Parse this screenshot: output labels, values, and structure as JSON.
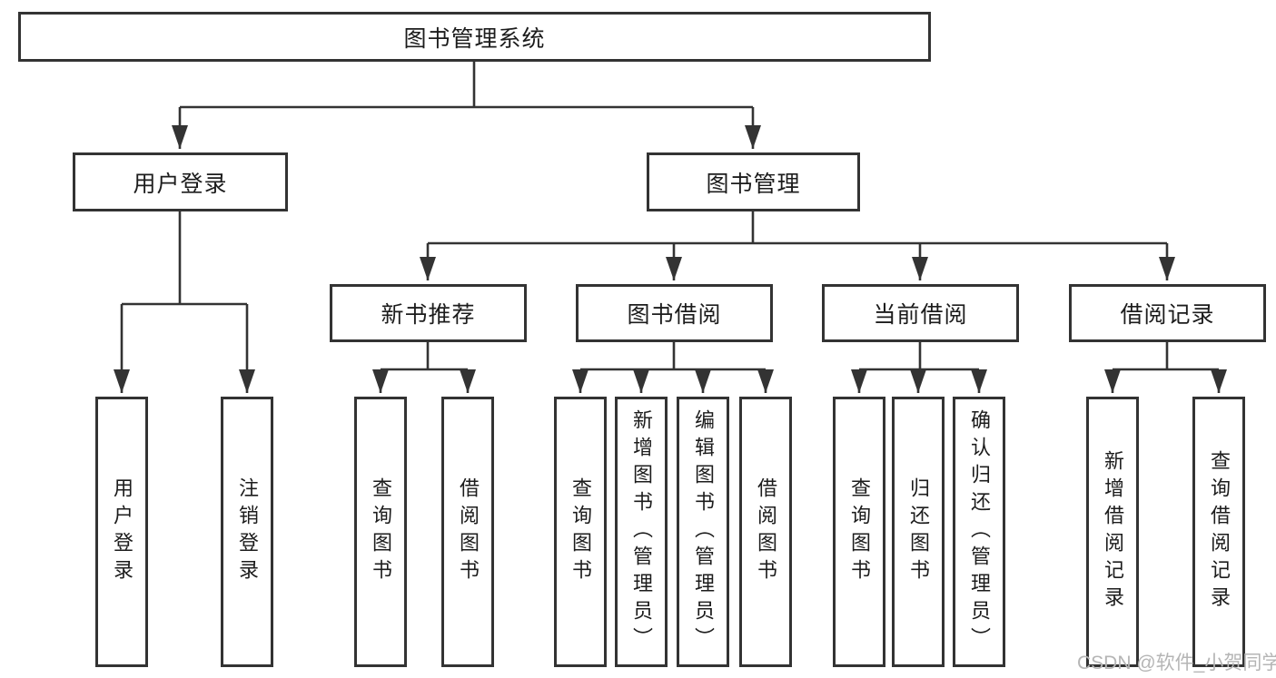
{
  "colors": {
    "line": "#333333",
    "box_border": "#333333",
    "text": "#1c1c1c",
    "watermark": "#b5b5b5",
    "background": "#ffffff"
  },
  "tree": {
    "label": "图书管理系统",
    "children": [
      {
        "label": "用户登录",
        "children": [
          {
            "label": "用户登录"
          },
          {
            "label": "注销登录"
          }
        ]
      },
      {
        "label": "图书管理",
        "children": [
          {
            "label": "新书推荐",
            "children": [
              {
                "label": "查询图书"
              },
              {
                "label": "借阅图书"
              }
            ]
          },
          {
            "label": "图书借阅",
            "children": [
              {
                "label": "查询图书"
              },
              {
                "label": "新增图书（管理员）"
              },
              {
                "label": "编辑图书（管理员）"
              },
              {
                "label": "借阅图书"
              }
            ]
          },
          {
            "label": "当前借阅",
            "children": [
              {
                "label": "查询图书"
              },
              {
                "label": "归还图书"
              },
              {
                "label": "确认归还（管理员）"
              }
            ]
          },
          {
            "label": "借阅记录",
            "children": [
              {
                "label": "新增借阅记录"
              },
              {
                "label": "查询借阅记录"
              }
            ]
          }
        ]
      }
    ]
  },
  "watermark": {
    "text": "CSDN @软件_小贺同学"
  }
}
